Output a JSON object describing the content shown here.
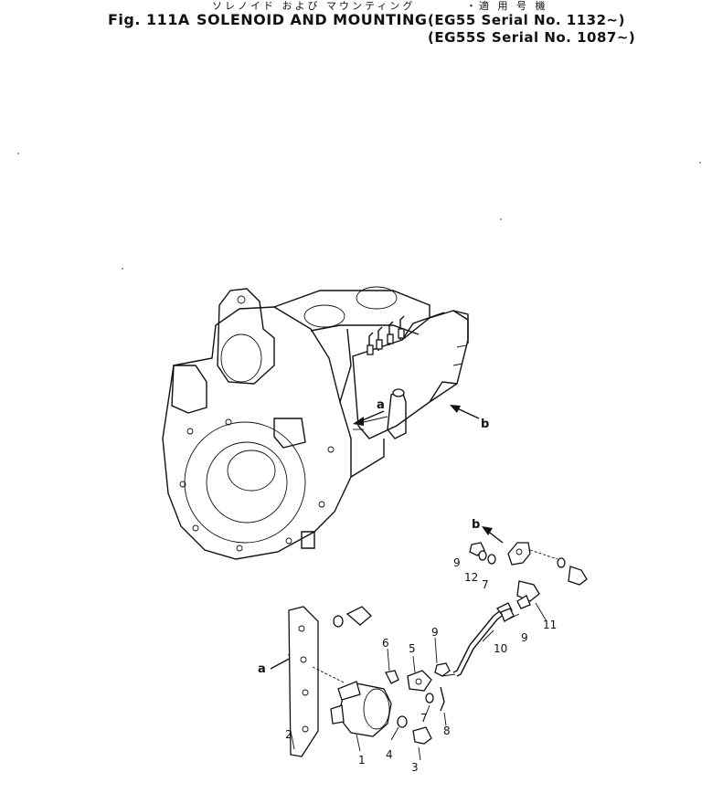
{
  "header": {
    "japanese_title": "ソレノイド および マウンティング",
    "applicable_models": "・適 用 号 機",
    "figure_number": "Fig. 111A",
    "figure_title": "SOLENOID AND MOUNTING",
    "serial_line_1": "(EG55   Serial No. 1132~)",
    "serial_line_2": "(EG55S Serial No. 1087~)"
  },
  "diagram": {
    "view_arrows": [
      "a",
      "b",
      "b",
      "a"
    ],
    "callouts": [
      "1",
      "2",
      "3",
      "4",
      "5",
      "6",
      "7",
      "7",
      "8",
      "9",
      "9",
      "9",
      "10",
      "11",
      "12"
    ]
  }
}
